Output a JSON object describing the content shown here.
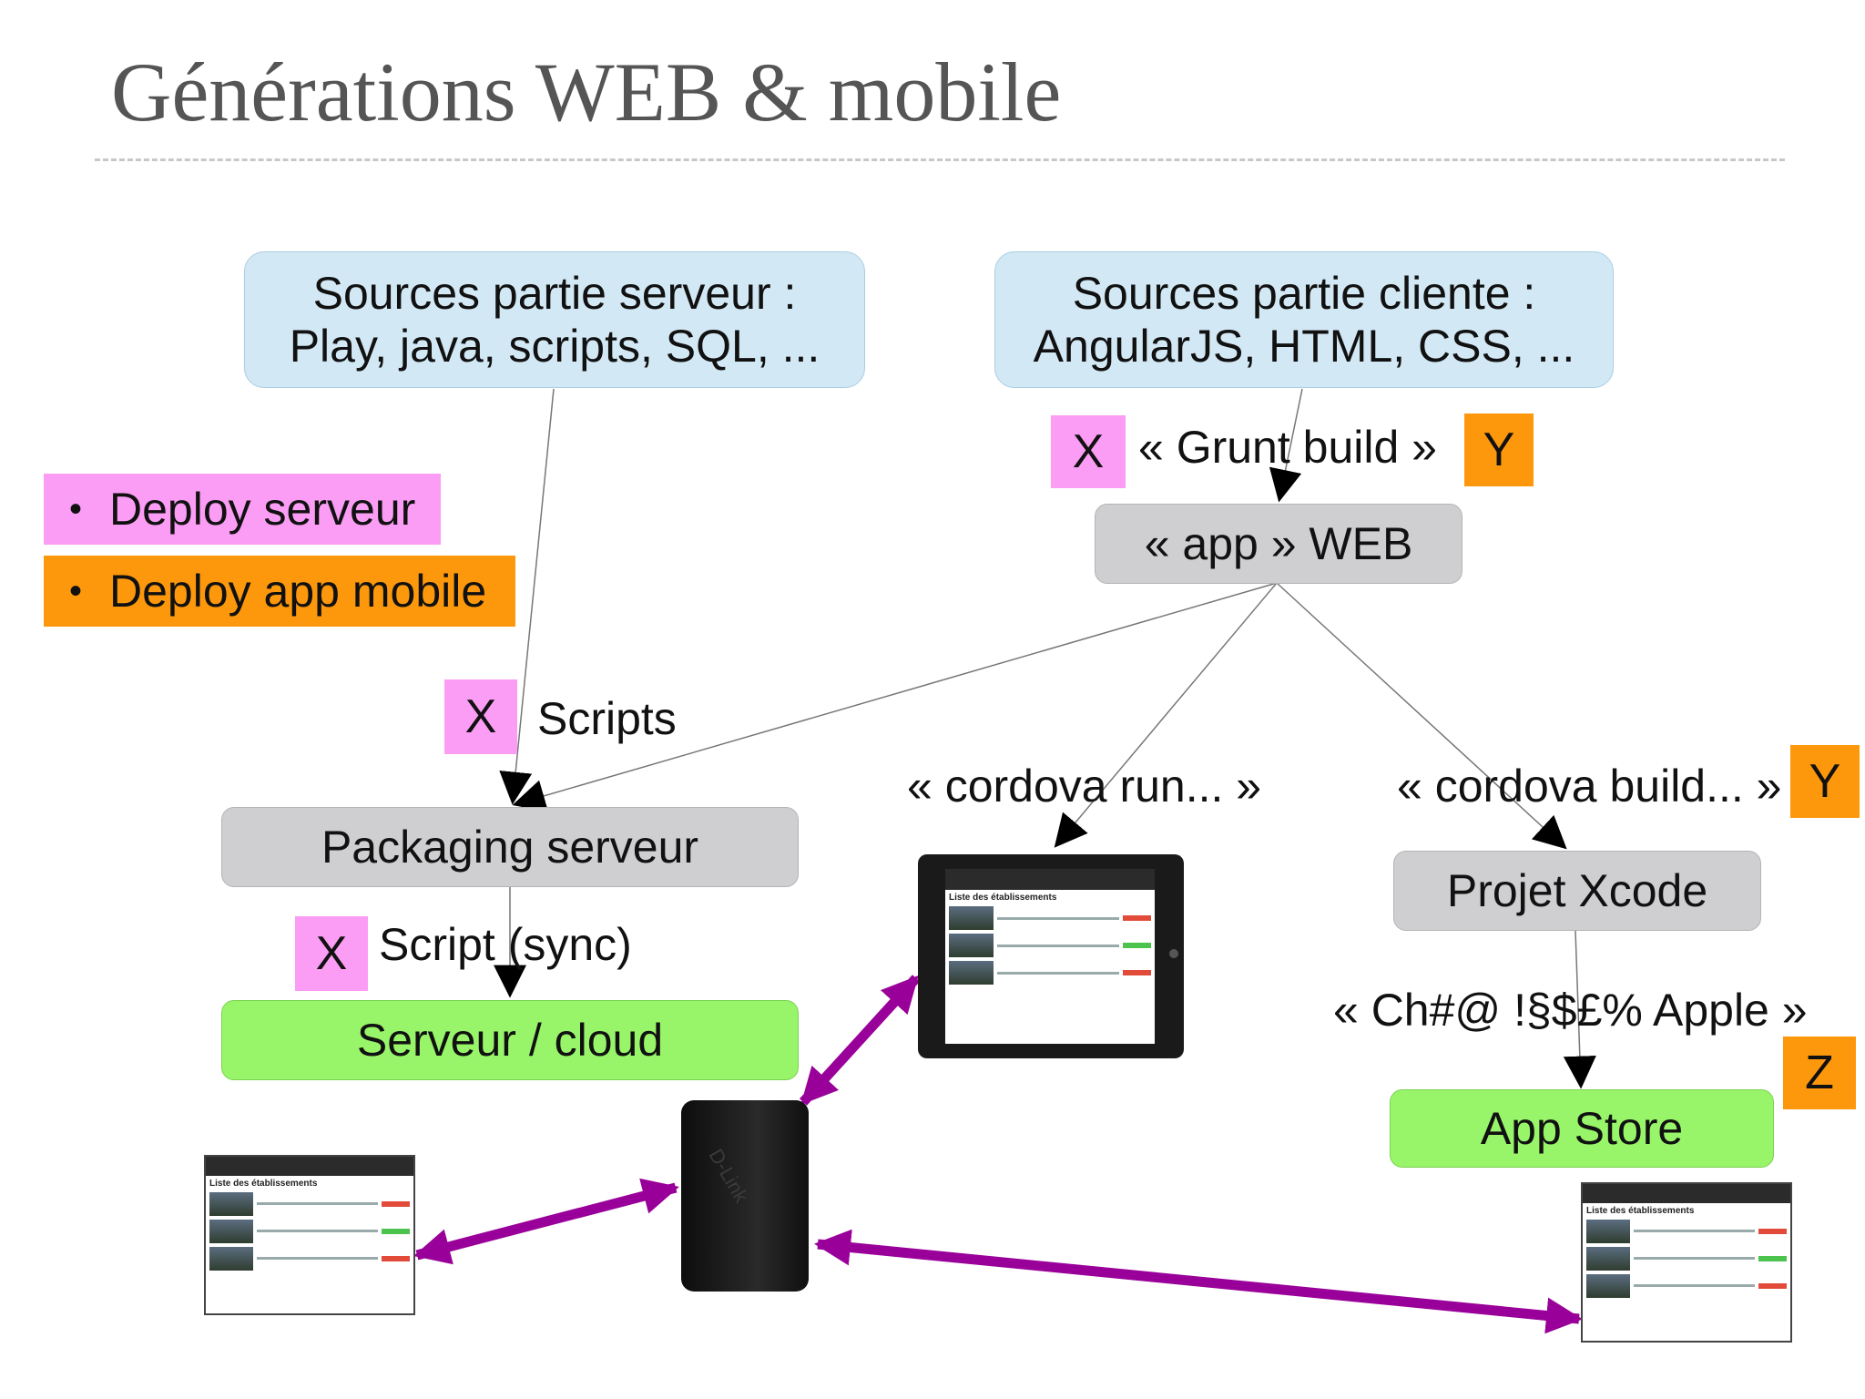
{
  "title": "Générations WEB & mobile",
  "legend": [
    {
      "label": "Deploy serveur",
      "color": "#fb9df5"
    },
    {
      "label": "Deploy app mobile",
      "color": "#fd980c"
    }
  ],
  "boxes": {
    "server_sources": {
      "line1": "Sources partie serveur :",
      "line2": "Play, java, scripts, SQL, ..."
    },
    "client_sources": {
      "line1": "Sources partie cliente :",
      "line2": "AngularJS, HTML, CSS, ..."
    },
    "app_web": "« app » WEB",
    "packaging": "Packaging serveur",
    "cloud": "Serveur / cloud",
    "xcode": "Projet Xcode",
    "app_store": "App Store"
  },
  "edge_labels": {
    "grunt": "« Grunt build »",
    "scripts": "Scripts",
    "script_sync": "Script (sync)",
    "cordova_run": "« cordova run... »",
    "cordova_build": "« cordova build... »",
    "apple": "« Ch#@ !§$£% Apple »"
  },
  "tags": {
    "x": "X",
    "y": "Y",
    "z": "Z"
  },
  "device_screen_title": "Liste des établissements",
  "device_brand": "D-Link",
  "colors": {
    "pink": "#fb9df5",
    "orange": "#fd980c",
    "arrow_purple": "#990099"
  }
}
